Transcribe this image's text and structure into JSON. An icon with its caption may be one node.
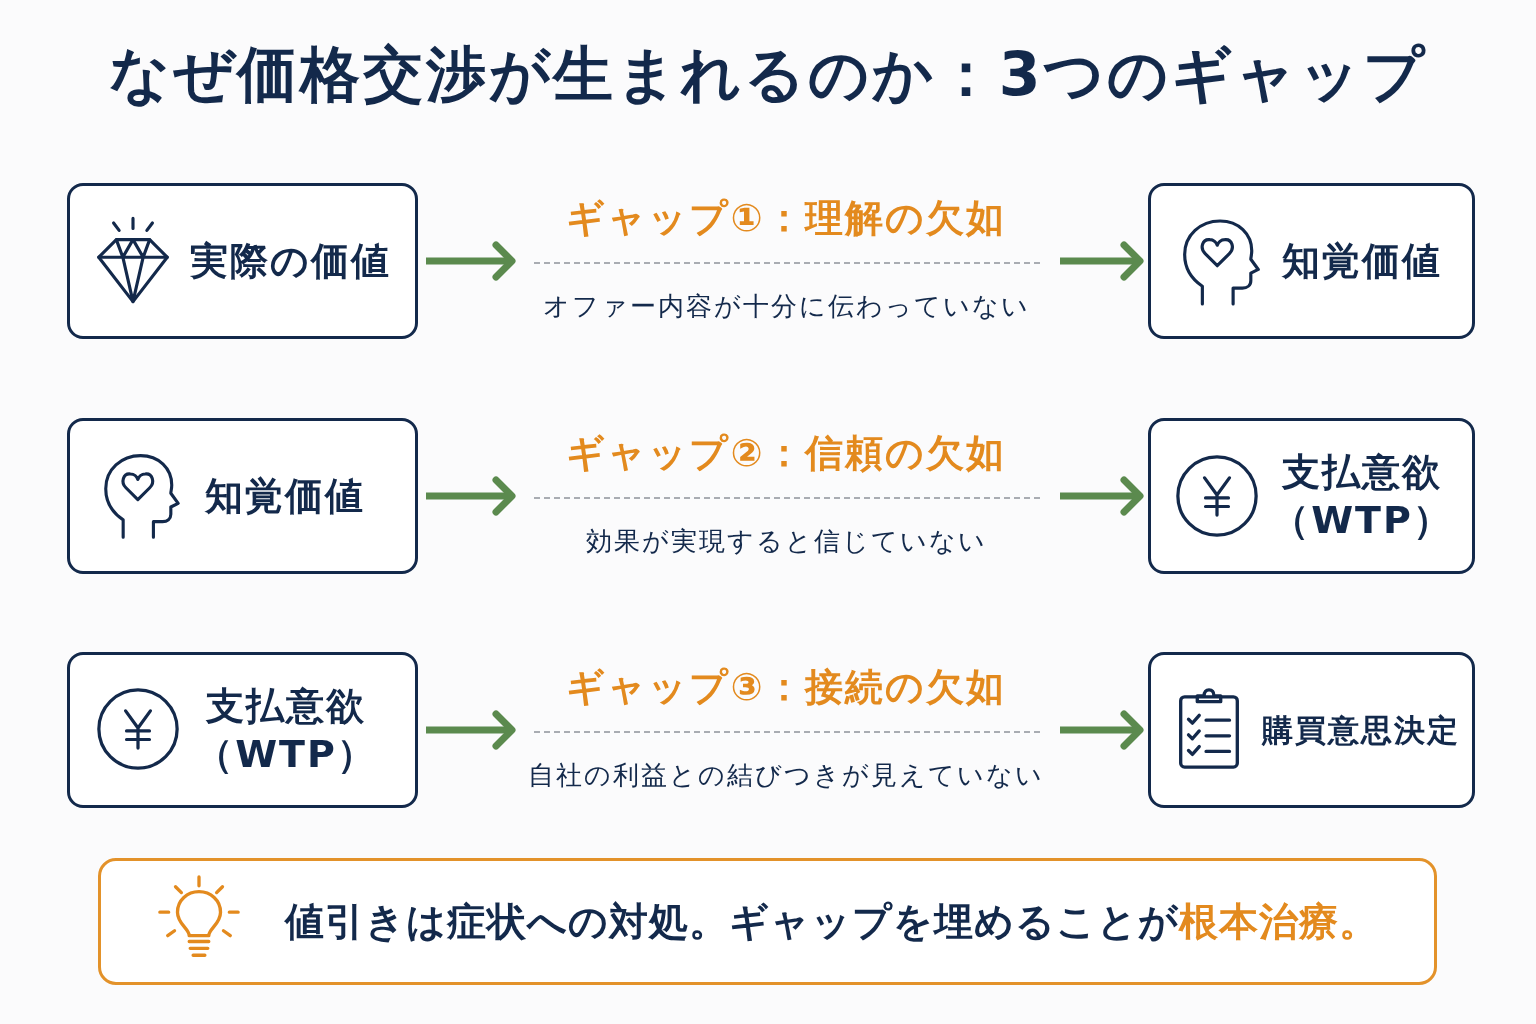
{
  "diagram": {
    "title": "なぜ価格交渉が生まれるのか：3つのギャップ",
    "nodes": [
      {
        "text": [
          "実際の価値"
        ]
      },
      {
        "text": [
          "ギャップ①：理解の欠如",
          "オファー内容が十分に伝わっていない"
        ]
      },
      {
        "text": [
          "知覚価値"
        ]
      },
      {
        "text": [
          "知覚価値"
        ]
      },
      {
        "text": [
          "ギャップ②：信頼の欠如",
          "効果が実現すると信じていない"
        ]
      },
      {
        "text": [
          "支払意欲（WTP）"
        ]
      },
      {
        "text": [
          "支払意欲（WTP）"
        ]
      },
      {
        "text": [
          "ギャップ③：接続の欠如",
          "自社の利益との結びつきが見えていない"
        ]
      },
      {
        "text": [
          "購買意思決定"
        ]
      },
      {
        "text": [
          "値引きは症状への対処。ギャップを埋めることが**根本治療。**"
        ]
      }
    ],
    "edges": [
      {
        "from": 0,
        "to": 1,
        "arrow": "to"
      },
      {
        "from": 1,
        "to": 2,
        "arrow": "to"
      },
      {
        "from": 3,
        "to": 4,
        "arrow": "to"
      },
      {
        "from": 4,
        "to": 5,
        "arrow": "to"
      },
      {
        "from": 6,
        "to": 7,
        "arrow": "to"
      },
      {
        "from": 7,
        "to": 8,
        "arrow": "to"
      }
    ]
  }
}
